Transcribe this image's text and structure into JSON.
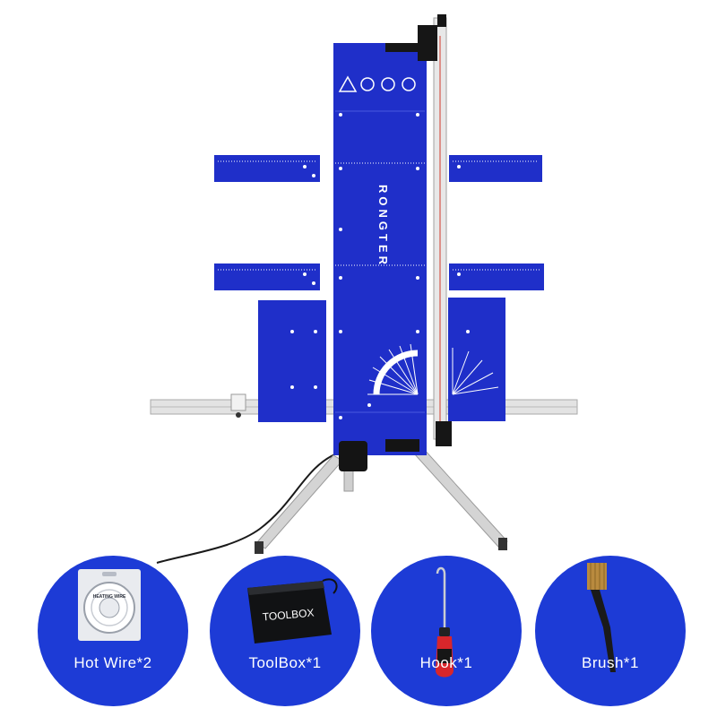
{
  "product": {
    "brand_text": "RONGTER",
    "colors": {
      "panel_blue": "#1f2fc9",
      "accessory_blue": "#1d3bd6",
      "rail": "#d9d9d9"
    },
    "icons": [
      "warning-hot-surface-icon",
      "read-manual-icon",
      "wear-goggles-icon",
      "wear-gloves-icon"
    ]
  },
  "accessories": [
    {
      "label": "Hot Wire*2",
      "icon": "hot-wire-spool-icon",
      "package_text": "HEATING WIRE"
    },
    {
      "label": "ToolBox*1",
      "icon": "toolbox-bag-icon",
      "bag_text": "TOOLBOX"
    },
    {
      "label": "Hook*1",
      "icon": "hook-tool-icon"
    },
    {
      "label": "Brush*1",
      "icon": "wire-brush-icon"
    }
  ]
}
